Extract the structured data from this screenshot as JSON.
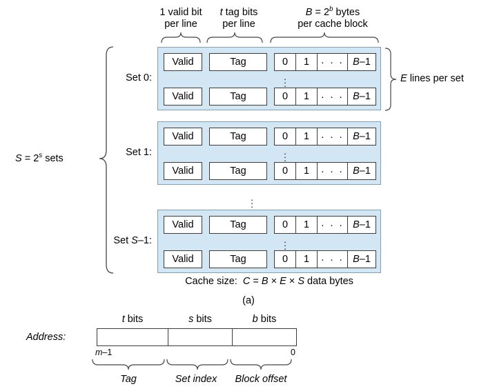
{
  "figure": {
    "part_a_label": "(a)",
    "headers": {
      "valid": "1 valid bit\nper line",
      "valid_line1": "1 valid bit",
      "valid_line2": "per line",
      "tag_line1_pre": "t",
      "tag_line1_post": " tag bits",
      "tag_line2": "per line",
      "block_line1_B": "B",
      "block_line1_eq": " = 2",
      "block_line1_exp": "b",
      "block_line1_tail": " bytes",
      "block_line2": "per cache block"
    },
    "annotations": {
      "lines_per_set_E": "E",
      "lines_per_set_rest": " lines per set",
      "sets_S": "S",
      "sets_eq": " = 2",
      "sets_exp": "s",
      "sets_tail": " sets",
      "cache_size_prefix": "Cache size:",
      "cache_size_C": "C",
      "cache_size_eq": " = ",
      "cache_size_B": "B",
      "cache_size_x1": " × ",
      "cache_size_E": "E",
      "cache_size_x2": " × ",
      "cache_size_S": "S",
      "cache_size_tail": " data bytes"
    },
    "sets": [
      {
        "label": "Set 0:",
        "label_plain": "Set 0:"
      },
      {
        "label": "Set 1:",
        "label_plain": "Set 1:"
      },
      {
        "label_prefix": "Set ",
        "label_italic": "S",
        "label_suffix": "–1:"
      }
    ],
    "set_vertical_ellipsis": "⋮",
    "line": {
      "valid_label": "Valid",
      "tag_label": "Tag",
      "byte0": "0",
      "byte1": "1",
      "byte_dots": "· · ·",
      "byte_last_italic": "B",
      "byte_last_suffix": "–1"
    }
  },
  "address": {
    "part_b_label": "",
    "row_label": "Address:",
    "fields": [
      {
        "bits_italic": "t",
        "bits_text": " bits",
        "bracket_label": "Tag"
      },
      {
        "bits_italic": "s",
        "bits_text": " bits",
        "bracket_label": "Set index"
      },
      {
        "bits_italic": "b",
        "bits_text": " bits",
        "bracket_label": "Block offset"
      }
    ],
    "msb_label_italic": "m",
    "msb_label_suffix": "–1",
    "lsb_label": "0"
  },
  "colors": {
    "set_fill": "#d3e6f4",
    "set_border": "#7f9fb5",
    "cell_border": "#3a3a3a",
    "text": "#000000",
    "brace": "#444444"
  }
}
